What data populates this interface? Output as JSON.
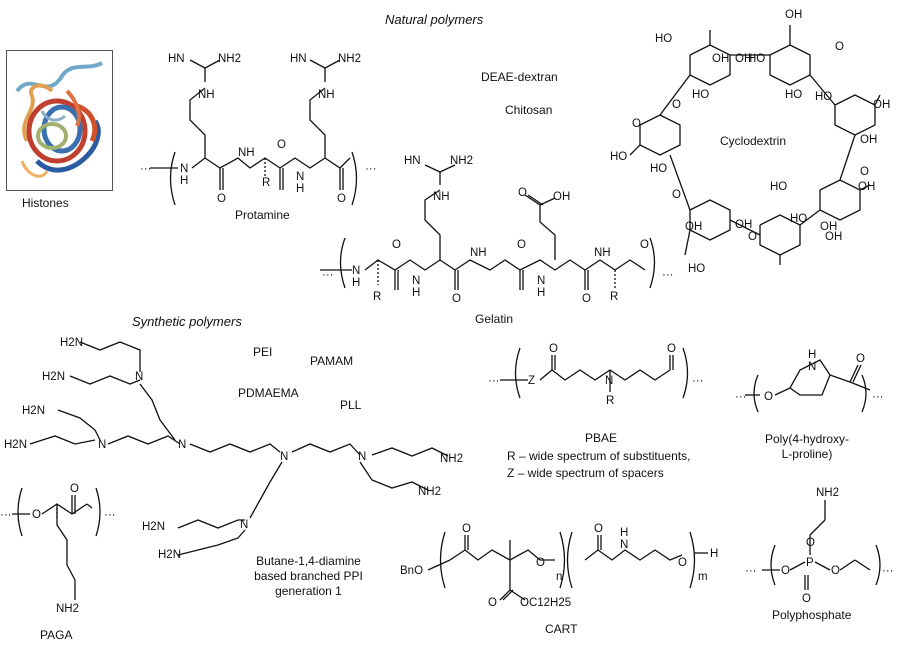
{
  "sections": {
    "natural": "Natural polymers",
    "synthetic": "Synthetic polymers"
  },
  "natural": {
    "histones": "Histones",
    "protamine": "Protamine",
    "deae_dextran": "DEAE-dextran",
    "chitosan": "Chitosan",
    "cyclodextrin": "Cyclodextrin",
    "gelatin": "Gelatin"
  },
  "synthetic": {
    "pei": "PEI",
    "pamam": "PAMAM",
    "pdmaema": "PDMAEMA",
    "pll": "PLL",
    "ppi_line1": "Butane-1,4-diamine",
    "ppi_line2": "based branched PPI",
    "ppi_line3": "generation 1",
    "paga": "PAGA",
    "pbae": "PBAE",
    "pbae_note1": "R – wide spectrum of substituents,",
    "pbae_note2": "Z – wide spectrum of spacers",
    "hydroxyproline_line1": "Poly(4-hydroxy-",
    "hydroxyproline_line2": "L-proline)",
    "cart": "CART",
    "polyphosphate": "Polyphosphate"
  },
  "atoms": {
    "nh": "NH",
    "n": "N",
    "hn": "HN",
    "h": "H",
    "o": "O",
    "r": "R",
    "z": "Z",
    "p": "P",
    "oh": "OH",
    "ho": "HO",
    "bno": "BnO",
    "nh2": "NH2",
    "h2n": "H2N",
    "c12h25": "OC12H25",
    "n_sub": "n",
    "m_sub": "m",
    "ellipsis": "···"
  }
}
